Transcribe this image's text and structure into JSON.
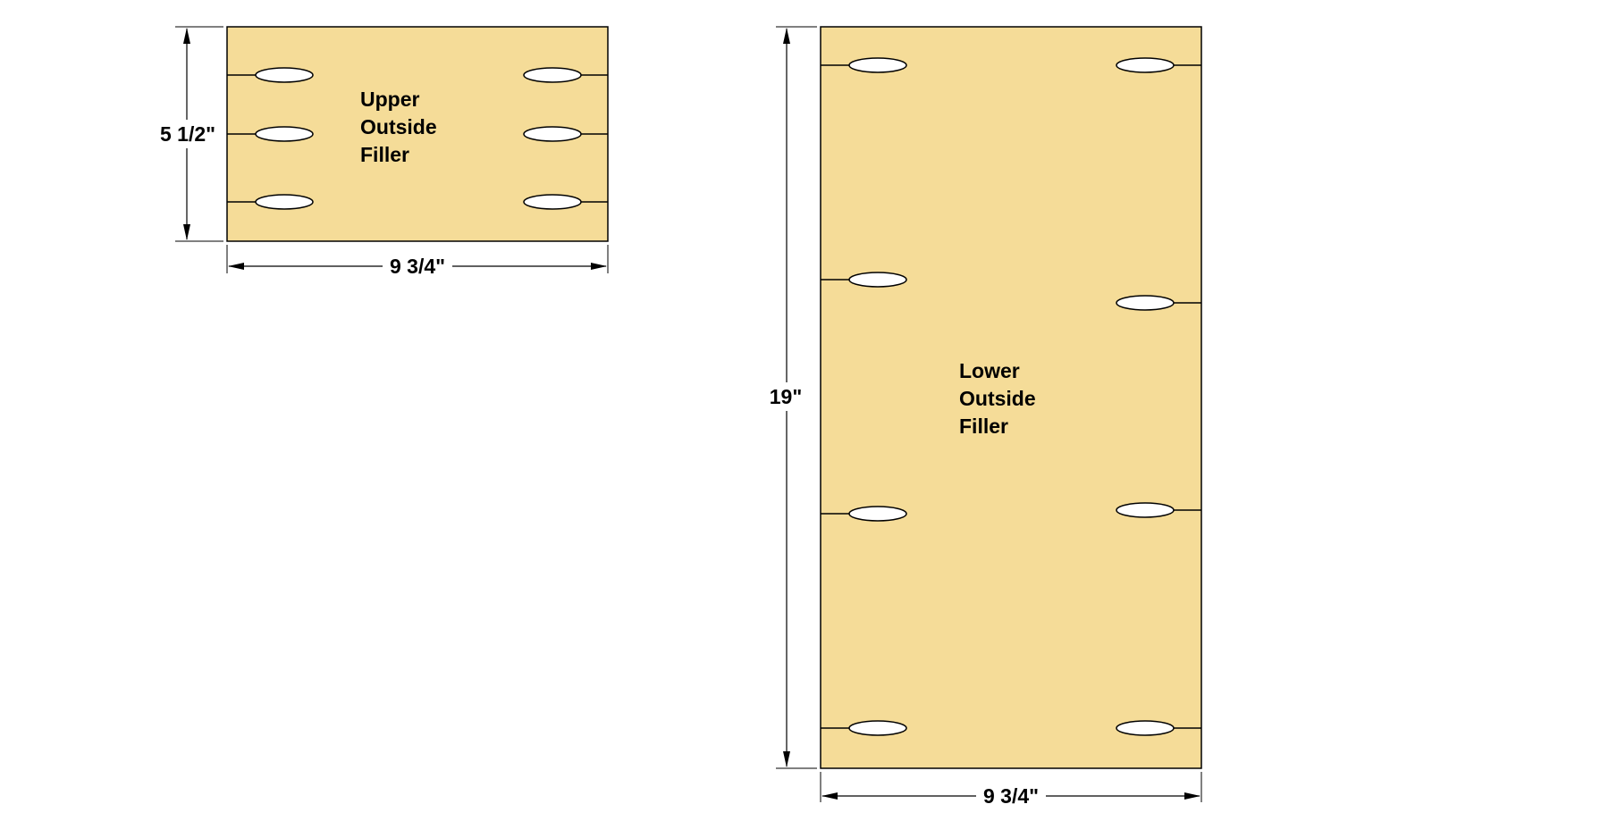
{
  "colors": {
    "wood": "#F5DC98",
    "outline": "#000000",
    "pocket_hole": "#FFFFFF",
    "background": "#FFFFFF"
  },
  "upper_filler": {
    "label_lines": [
      "Upper",
      "Outside",
      "Filler"
    ],
    "width_dimension": "9 3/4\"",
    "height_dimension": "5 1/2\""
  },
  "lower_filler": {
    "label_lines": [
      "Lower",
      "Outside",
      "Filler"
    ],
    "width_dimension": "9 3/4\"",
    "height_dimension": "19\""
  }
}
